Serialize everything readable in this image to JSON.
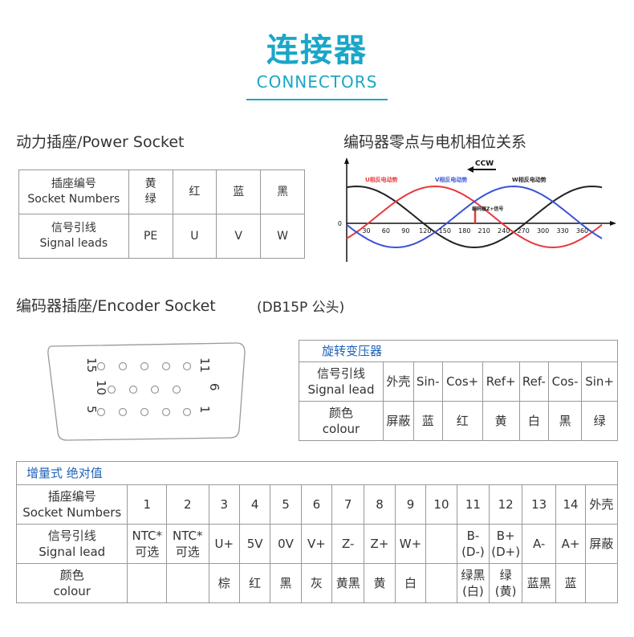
{
  "header": {
    "title_cn": "连接器",
    "title_en": "CONNECTORS"
  },
  "power": {
    "heading": "动力插座/Power Socket",
    "row1_label": [
      "插座编号",
      "Socket Numbers"
    ],
    "row2_label": [
      "信号引线",
      "Signal leads"
    ],
    "cols": [
      {
        "num": [
          "黄",
          "绿"
        ],
        "lead": "PE"
      },
      {
        "num": [
          "红"
        ],
        "lead": "U"
      },
      {
        "num": [
          "蓝"
        ],
        "lead": "V"
      },
      {
        "num": [
          "黑"
        ],
        "lead": "W"
      }
    ]
  },
  "phase": {
    "heading": "编码器零点与电机相位关系",
    "arrow_label": "CCW",
    "u_label": "U相反电动势",
    "v_label": "V相反电动势",
    "w_label": "W相反电动势",
    "z_label": "编码器Z+信号",
    "zero": "0",
    "ticks": [
      "30",
      "60",
      "90",
      "120",
      "150",
      "180",
      "210",
      "240",
      "270",
      "300",
      "330",
      "360"
    ],
    "colors": {
      "u": "#e8383d",
      "v": "#3a52d6",
      "w": "#222222",
      "axis": "#111111"
    }
  },
  "encoder": {
    "heading": "编码器插座/Encoder Socket",
    "sub": "(DB15P 公头)",
    "pins": {
      "p15": "15",
      "p11": "11",
      "p10": "10",
      "p6": "6",
      "p5": "5",
      "p1": "1"
    }
  },
  "resolver": {
    "caption": "旋转变压器",
    "row1_label": [
      "信号引线",
      "Signal lead"
    ],
    "row2_label": [
      "颜色",
      "colour"
    ],
    "signals": [
      "外壳",
      "Sin-",
      "Cos+",
      "Ref+",
      "Ref-",
      "Cos-",
      "Sin+"
    ],
    "colors": [
      "屏蔽",
      "蓝",
      "红",
      "黄",
      "白",
      "黑",
      "绿"
    ]
  },
  "incremental": {
    "caption": "增量式  绝对值",
    "row1_label": [
      "插座编号",
      "Socket Numbers"
    ],
    "row2_label": [
      "信号引线",
      "Signal lead"
    ],
    "row3_label": [
      "颜色",
      "colour"
    ],
    "numbers": [
      "1",
      "2",
      "3",
      "4",
      "5",
      "6",
      "7",
      "8",
      "9",
      "10",
      "11",
      "12",
      "13",
      "14",
      "外壳"
    ],
    "signals": [
      [
        "NTC*",
        "可选"
      ],
      [
        "NTC*",
        "可选"
      ],
      [
        "U+"
      ],
      [
        "5V"
      ],
      [
        "0V"
      ],
      [
        "V+"
      ],
      [
        "Z-"
      ],
      [
        "Z+"
      ],
      [
        "W+"
      ],
      [
        ""
      ],
      [
        "B-",
        "(D-)"
      ],
      [
        "B+",
        "(D+)"
      ],
      [
        "A-"
      ],
      [
        "A+"
      ],
      [
        "屏蔽"
      ]
    ],
    "colours": [
      [
        ""
      ],
      [
        ""
      ],
      [
        "棕"
      ],
      [
        "红"
      ],
      [
        "黑"
      ],
      [
        "灰"
      ],
      [
        "黄黑"
      ],
      [
        "黄"
      ],
      [
        "白"
      ],
      [
        ""
      ],
      [
        "绿黑",
        "(白)"
      ],
      [
        "绿",
        "(黄)"
      ],
      [
        "蓝黑"
      ],
      [
        "蓝"
      ],
      [
        ""
      ]
    ]
  }
}
